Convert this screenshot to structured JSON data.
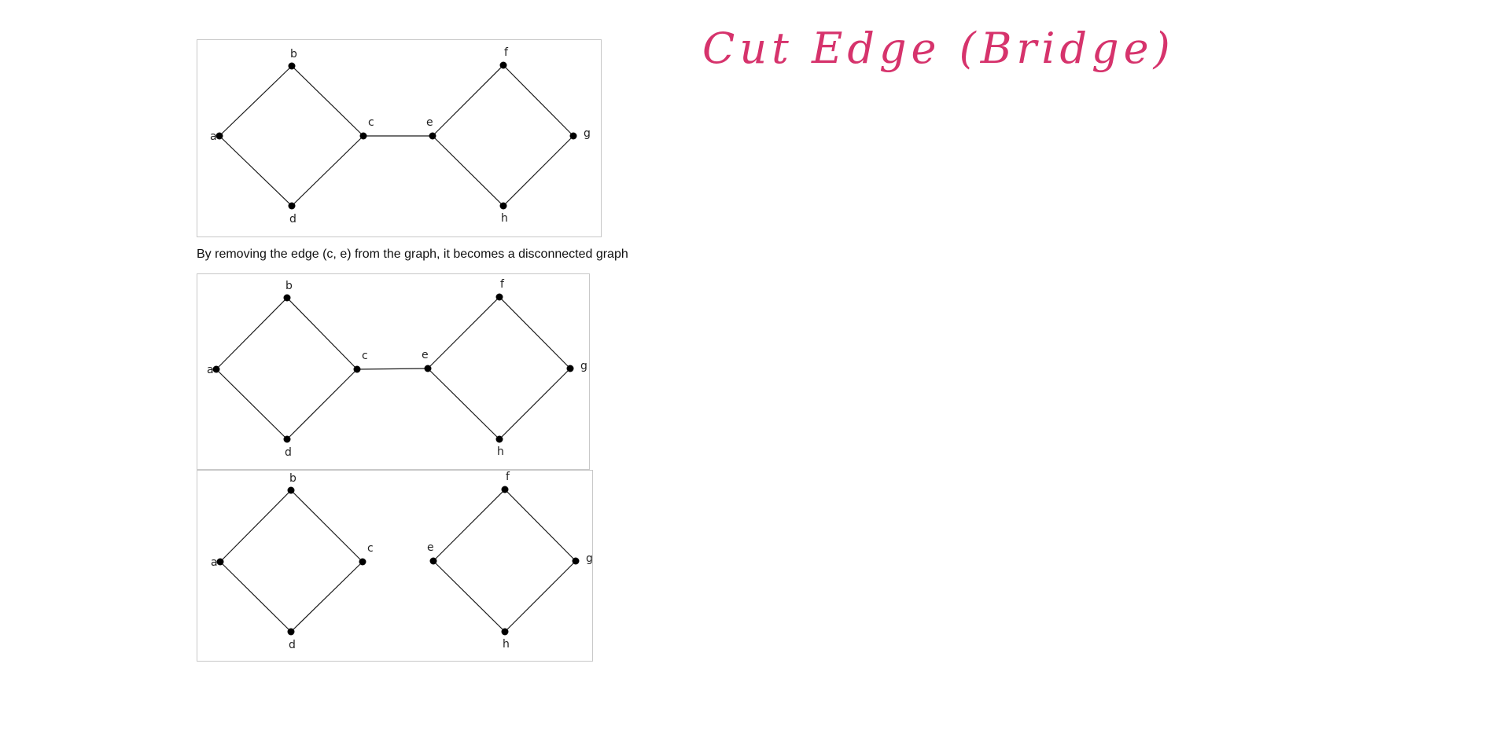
{
  "handwritten_title": "Cut Edge (Bridge)",
  "handwritten_color": "#d6336c",
  "caption": "By removing the edge (c, e) from the graph, it becomes a disconnected graph",
  "graphs": [
    {
      "id": "graph-original",
      "nodes": [
        "a",
        "b",
        "c",
        "d",
        "e",
        "f",
        "g",
        "h"
      ],
      "edges": [
        [
          "a",
          "b"
        ],
        [
          "b",
          "c"
        ],
        [
          "c",
          "d"
        ],
        [
          "d",
          "a"
        ],
        [
          "c",
          "e"
        ],
        [
          "e",
          "f"
        ],
        [
          "f",
          "g"
        ],
        [
          "g",
          "h"
        ],
        [
          "h",
          "e"
        ]
      ]
    },
    {
      "id": "graph-with-bridge",
      "nodes": [
        "a",
        "b",
        "c",
        "d",
        "e",
        "f",
        "g",
        "h"
      ],
      "edges": [
        [
          "a",
          "b"
        ],
        [
          "b",
          "c"
        ],
        [
          "c",
          "d"
        ],
        [
          "d",
          "a"
        ],
        [
          "c",
          "e"
        ],
        [
          "e",
          "f"
        ],
        [
          "f",
          "g"
        ],
        [
          "g",
          "h"
        ],
        [
          "h",
          "e"
        ]
      ]
    },
    {
      "id": "graph-bridge-removed",
      "nodes": [
        "a",
        "b",
        "c",
        "d",
        "e",
        "f",
        "g",
        "h"
      ],
      "edges": [
        [
          "a",
          "b"
        ],
        [
          "b",
          "c"
        ],
        [
          "c",
          "d"
        ],
        [
          "d",
          "a"
        ],
        [
          "e",
          "f"
        ],
        [
          "f",
          "g"
        ],
        [
          "g",
          "h"
        ],
        [
          "h",
          "e"
        ]
      ]
    }
  ]
}
